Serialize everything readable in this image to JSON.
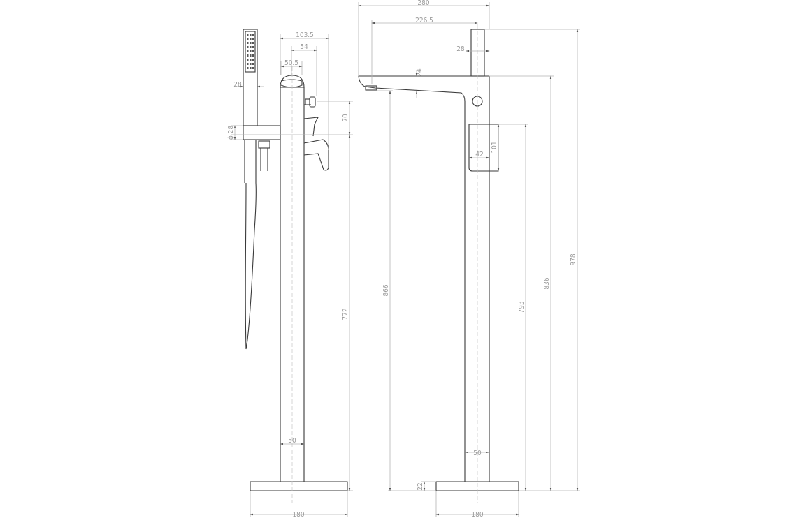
{
  "colors": {
    "outline": "#3a3a3a",
    "dimension": "#b4b4b4",
    "label": "#9a9a9a"
  },
  "side_view": {
    "dims": {
      "width_overall": "103.5",
      "knob_offset": "54",
      "spout_offset": "50.5",
      "handset_width": "28",
      "holder_diameter": "ϕ 28",
      "knob_height": "70",
      "outlet_height": "772",
      "column_width": "50",
      "base_width": "180"
    }
  },
  "front_view": {
    "dims": {
      "spout_reach": "280",
      "outlet_reach": "226.5",
      "top_width": "28",
      "spout_thickness": "24",
      "handle_height": "101",
      "handle_width": "42",
      "spout_outlet_height": "866",
      "handle_top_height": "793",
      "spout_top_height": "836",
      "overall_height": "978",
      "column_width": "50",
      "base_height": "22",
      "base_width": "180"
    }
  }
}
